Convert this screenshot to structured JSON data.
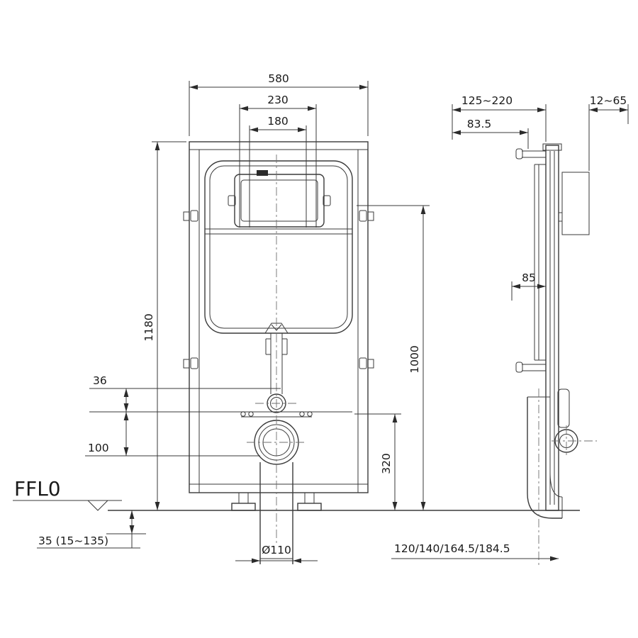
{
  "labels": {
    "ffl_datum": "FFL0"
  },
  "front": {
    "overall_width": "580",
    "plate_outer_width": "230",
    "plate_inner_width": "180",
    "frame_height": "1180",
    "cistern_height": "1000",
    "outlet_center_height": "320",
    "fixing_row_offset": "36",
    "outlet_drop": "100",
    "floor_adjust_range": "35 (15~135)",
    "outlet_diameter": "Ø110"
  },
  "side": {
    "frame_depth_range": "125~220",
    "wall_clearance_range": "12~65",
    "top_bracket_offset": "83.5",
    "inlet_offset": "85",
    "outlet_depth_options": "120/140/164.5/184.5"
  }
}
